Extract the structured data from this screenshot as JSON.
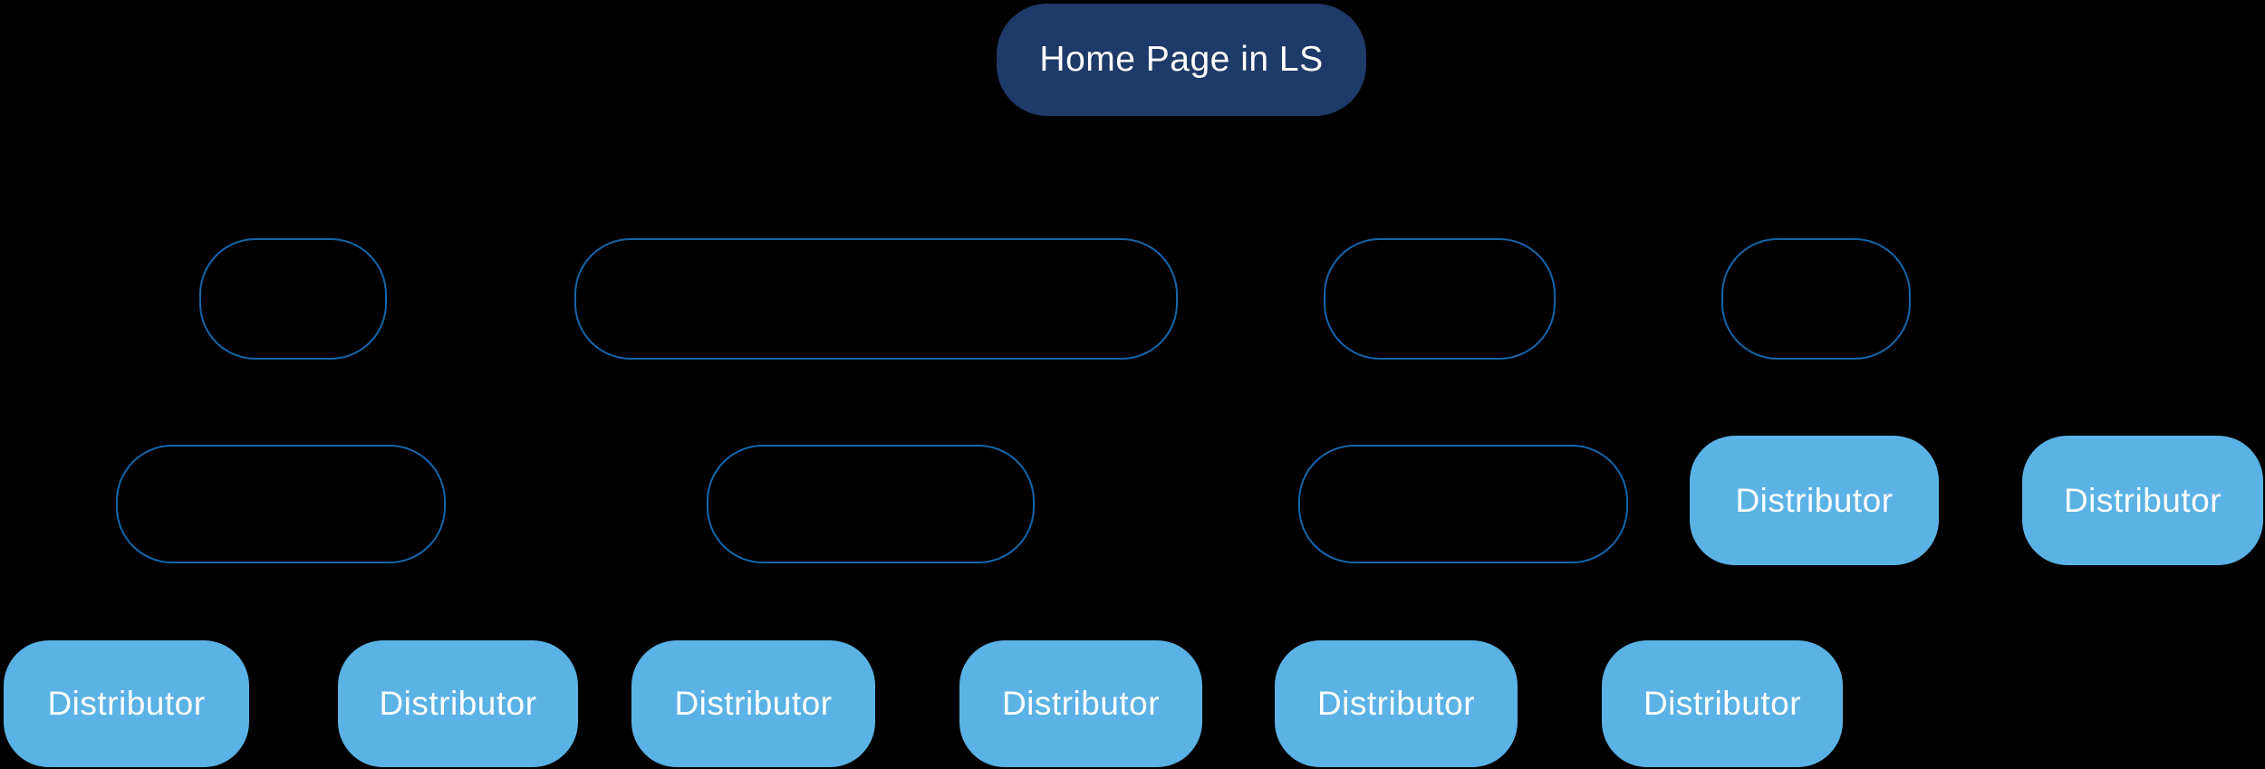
{
  "canvas": {
    "background": "#000000"
  },
  "colors": {
    "canvas_bg": "#000000",
    "node_fill_navy": "#1e3a68",
    "node_outline_blue": "#1565ab",
    "node_fill_light_blue": "#5bb2e5",
    "node_text": "#ffffff"
  },
  "diagram": {
    "root": {
      "label": "Home Page in LS"
    },
    "level2_placeholders": [
      {
        "label": ""
      },
      {
        "label": ""
      },
      {
        "label": ""
      },
      {
        "label": ""
      }
    ],
    "level3_placeholders": [
      {
        "label": ""
      },
      {
        "label": ""
      },
      {
        "label": ""
      }
    ],
    "level3_distributors": [
      {
        "label": "Distributor"
      },
      {
        "label": "Distributor"
      }
    ],
    "level4_distributors": [
      {
        "label": "Distributor"
      },
      {
        "label": "Distributor"
      },
      {
        "label": "Distributor"
      },
      {
        "label": "Distributor"
      },
      {
        "label": "Distributor"
      },
      {
        "label": "Distributor"
      }
    ]
  }
}
